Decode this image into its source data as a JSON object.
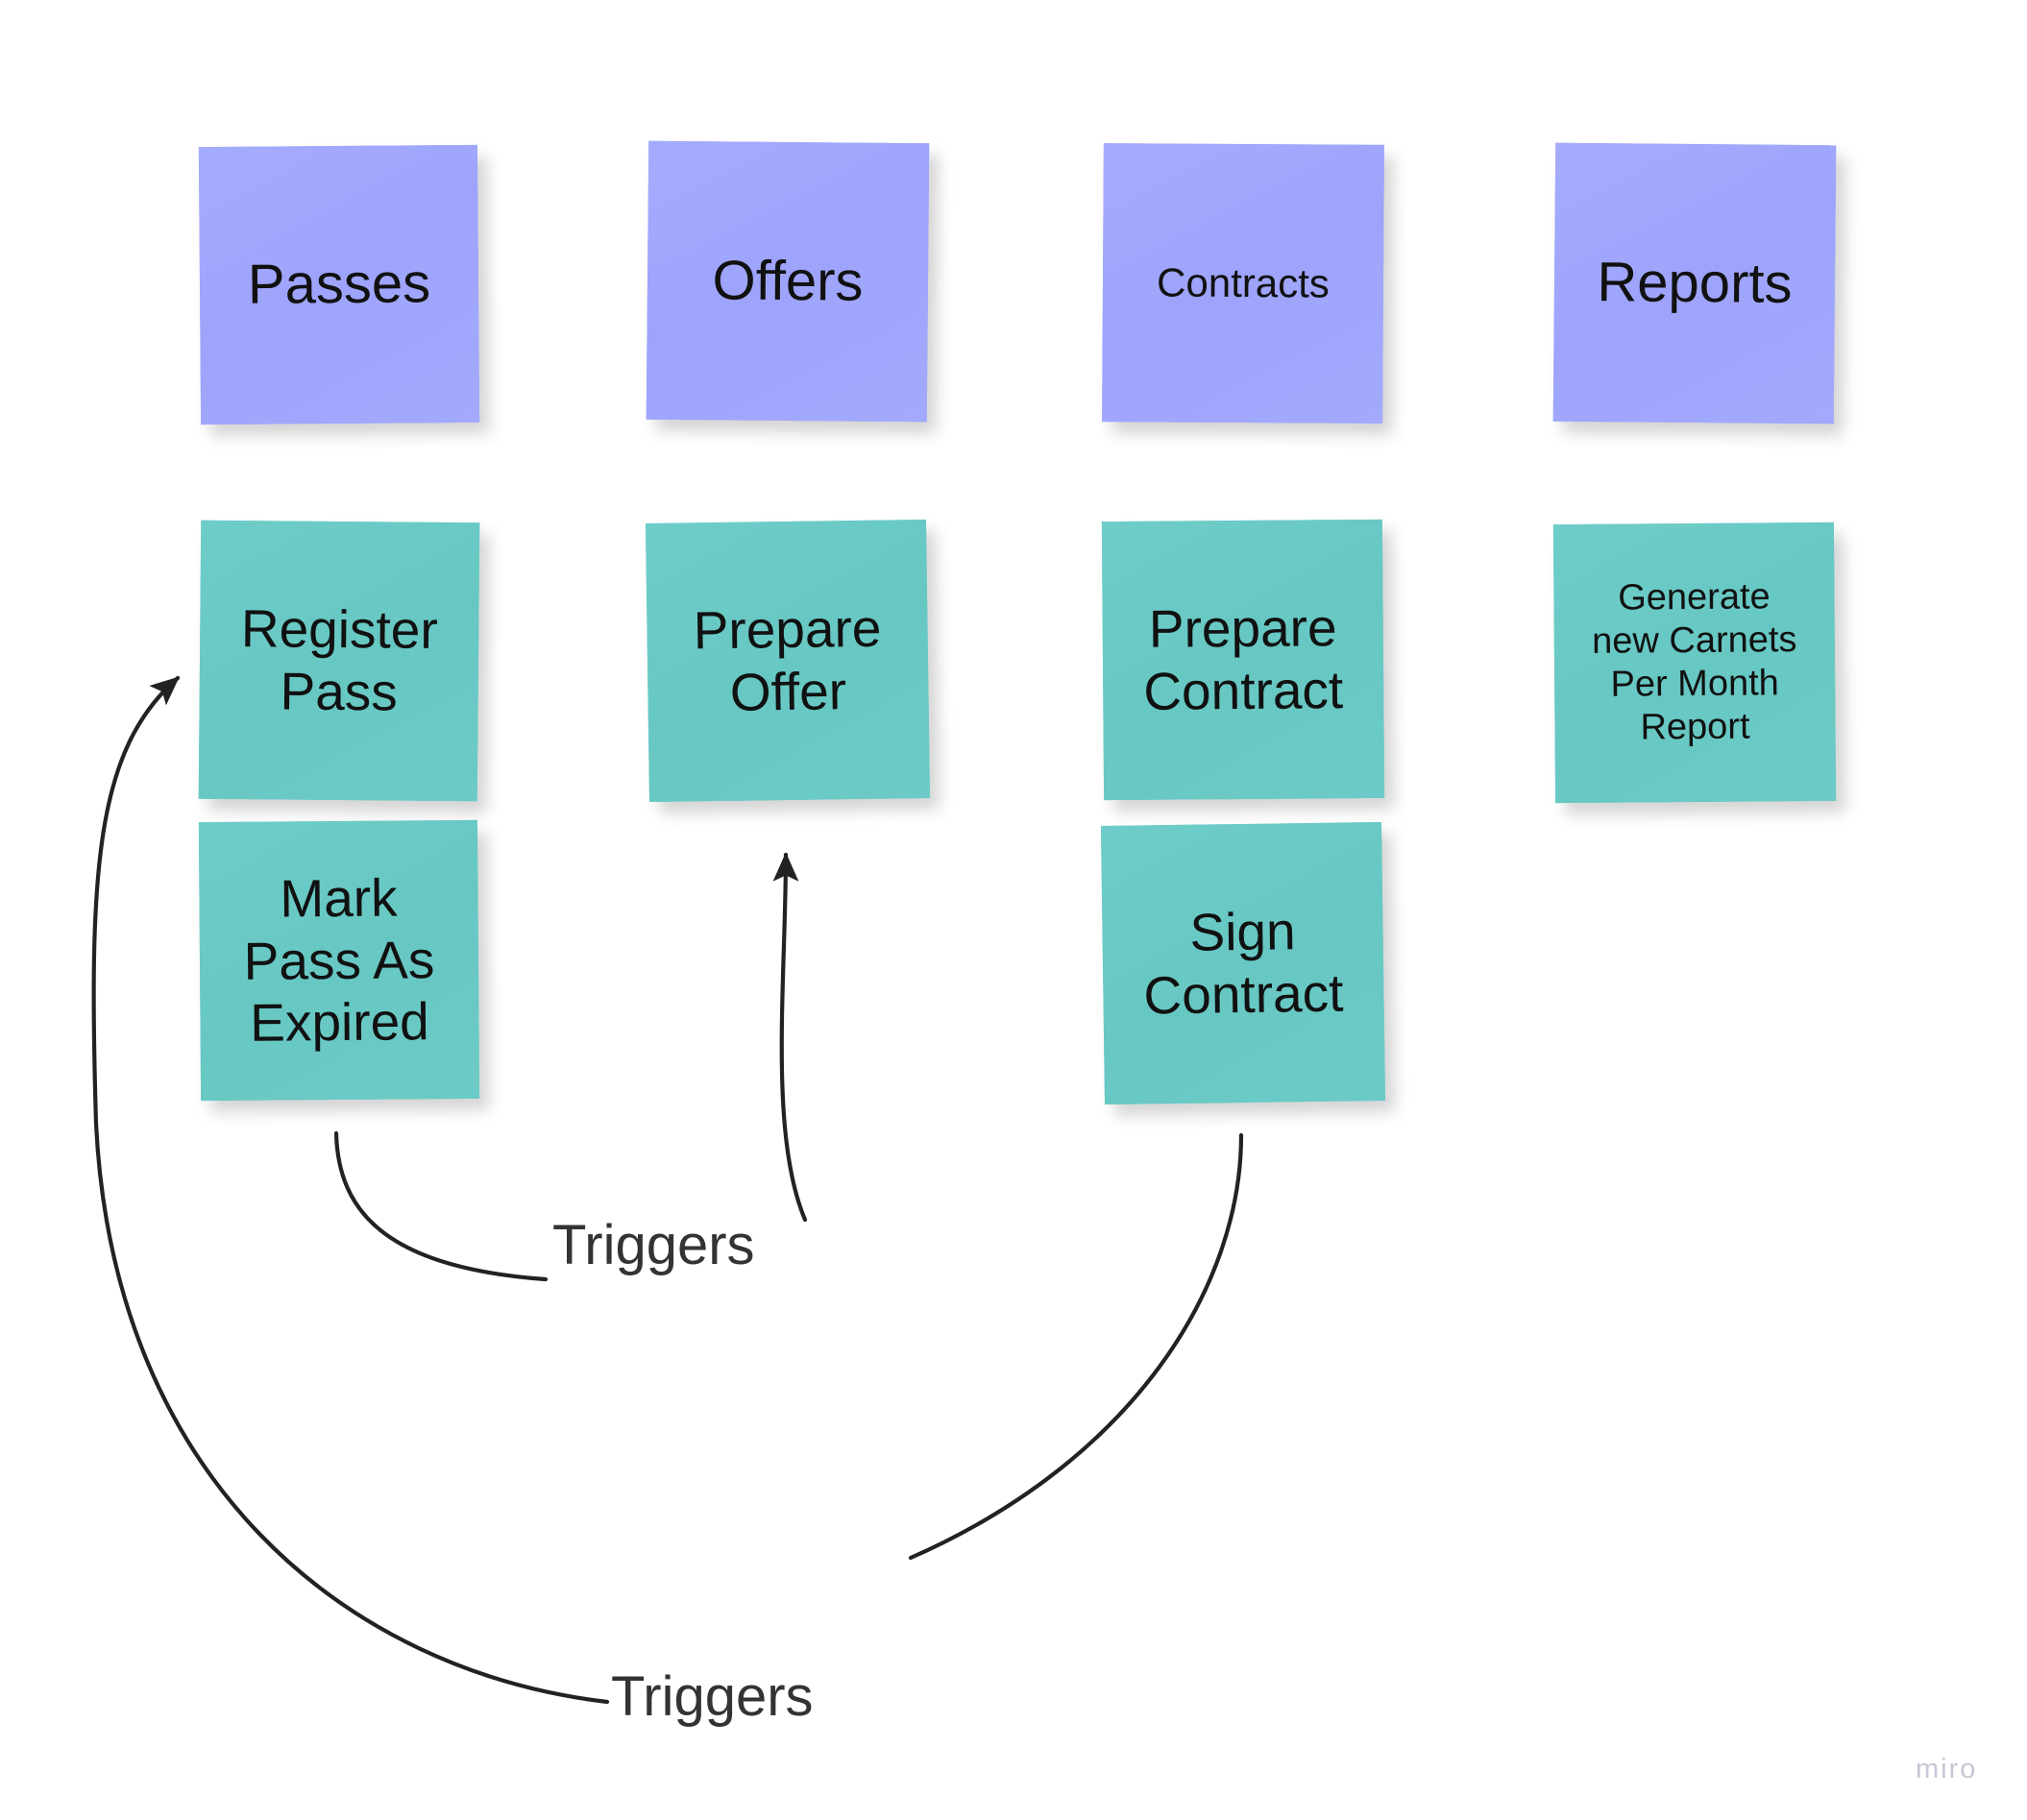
{
  "board": {
    "background_color": "#ffffff",
    "watermark": "miro"
  },
  "palette": {
    "category_note_color": "#9fa5fb",
    "action_note_color": "#69c9c5",
    "note_text_color": "#111111",
    "edge_color": "#222222",
    "edge_label_color": "#333333",
    "watermark_color": "#c7c7d6"
  },
  "columns": [
    {
      "category": {
        "label": "Passes",
        "color": "#9fa5fb"
      },
      "actions": [
        {
          "label": "Register\nPass",
          "color": "#69c9c5"
        },
        {
          "label": "Mark\nPass As\nExpired",
          "color": "#69c9c5"
        }
      ]
    },
    {
      "category": {
        "label": "Offers",
        "color": "#9fa5fb"
      },
      "actions": [
        {
          "label": "Prepare\nOffer",
          "color": "#69c9c5"
        }
      ]
    },
    {
      "category": {
        "label": "Contracts",
        "color": "#9fa5fb"
      },
      "actions": [
        {
          "label": "Prepare\nContract",
          "color": "#69c9c5"
        },
        {
          "label": "Sign\nContract",
          "color": "#69c9c5"
        }
      ]
    },
    {
      "category": {
        "label": "Reports",
        "color": "#9fa5fb"
      },
      "actions": [
        {
          "label": "Generate\nnew Carnets\nPer Month\nReport",
          "color": "#69c9c5"
        }
      ]
    }
  ],
  "connections": [
    {
      "label": "Triggers",
      "from": "Mark Pass As Expired",
      "to": "Prepare Offer"
    },
    {
      "label": "Triggers",
      "from": "Sign Contract",
      "to": "Register Pass"
    }
  ]
}
